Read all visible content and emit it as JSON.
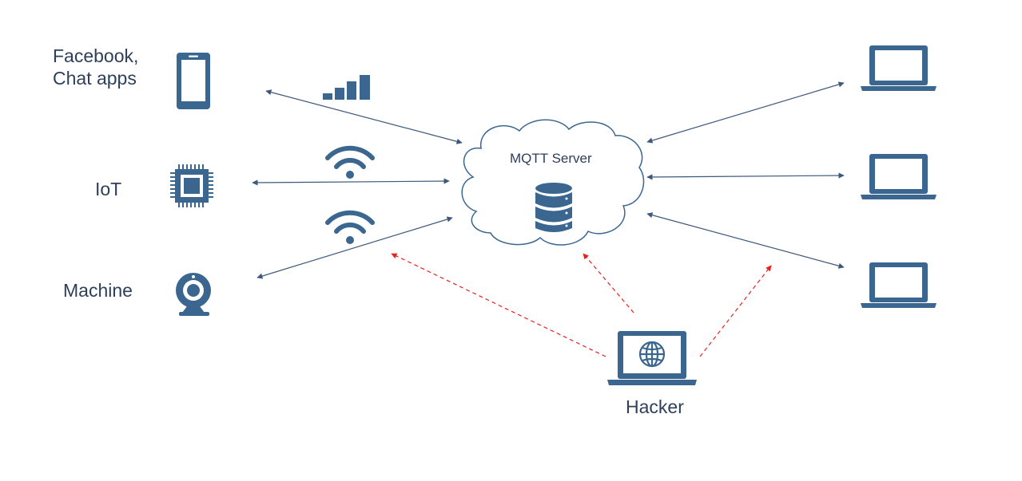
{
  "labels": {
    "facebook_line1": "Facebook,",
    "facebook_line2": "Chat apps",
    "iot": "IoT",
    "machine": "Machine",
    "server": "MQTT Server",
    "hacker": "Hacker"
  },
  "icons": [
    "smartphone-icon",
    "signal-bars-icon",
    "chip-icon",
    "wifi-icon",
    "webcam-icon",
    "database-icon",
    "cloud-icon",
    "laptop-icon",
    "globe-icon"
  ],
  "colors": {
    "icon": "#3a6690",
    "line": "#3d587a",
    "attack": "#e82020",
    "text": "#2e3f5c"
  }
}
